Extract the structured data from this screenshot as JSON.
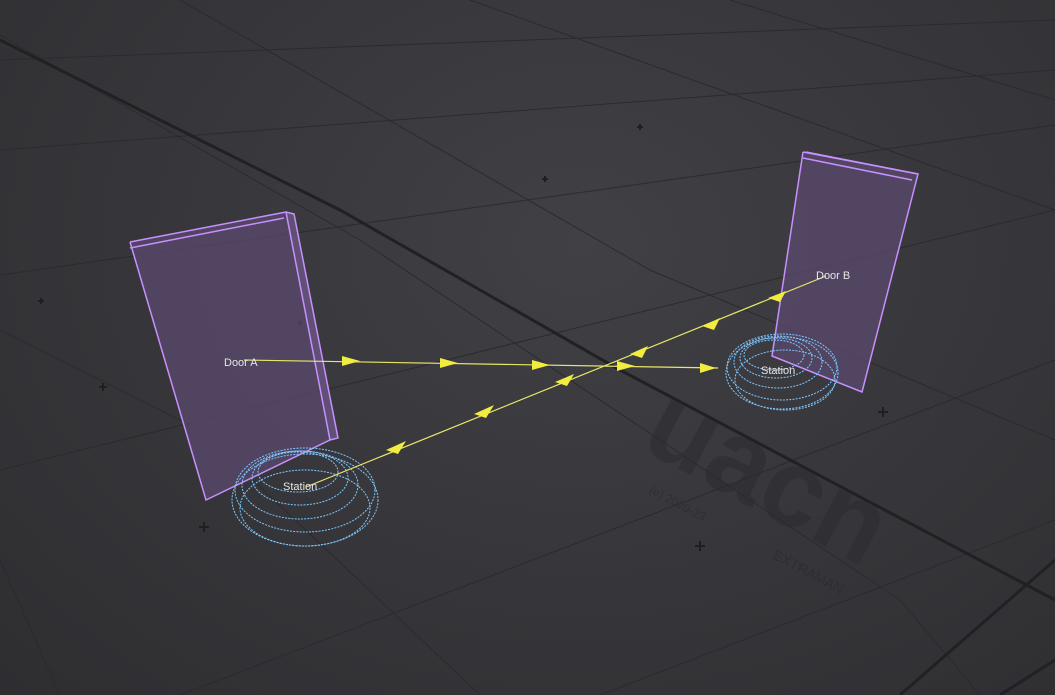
{
  "scene": {
    "type": "3d-navigation-viewport",
    "labels": {
      "door_a": "Door A",
      "door_b": "Door B",
      "station_left": "Station",
      "station_right": "Station"
    },
    "watermark": {
      "logo_text": "uacn",
      "sub_text": "(e) 2020-23",
      "small_text": "EXTRAMAN"
    },
    "colors": {
      "background": "#3a3a3e",
      "grid_minor": "#444448",
      "grid_major": "#26262a",
      "door_fill": "#5a4a6e",
      "door_edge": "#c890ff",
      "station_ring": "#7ec8ff",
      "path_line": "#e8e66a",
      "arrow": "#f0ec40"
    }
  }
}
